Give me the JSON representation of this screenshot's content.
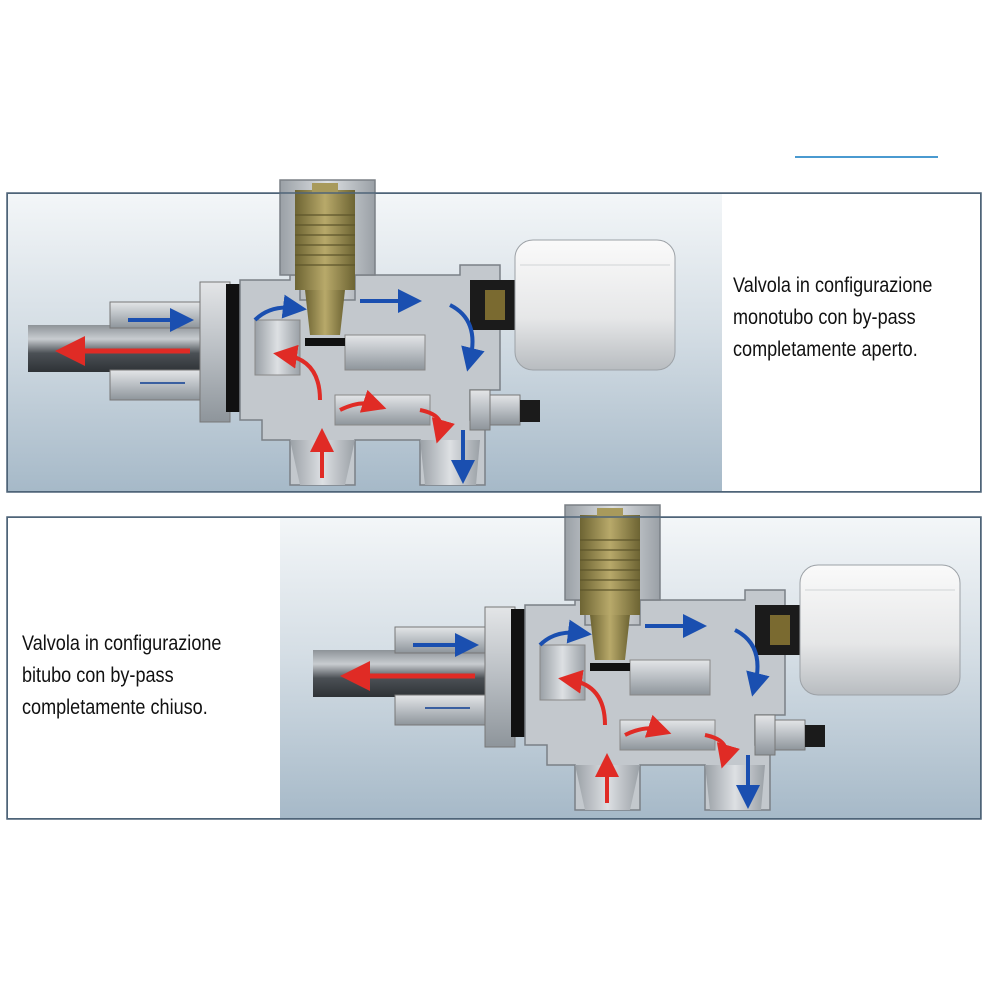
{
  "panels": [
    {
      "caption_lines": [
        "Valvola in configurazione",
        "monotubo con by-pass",
        "completamente aperto."
      ]
    },
    {
      "caption_lines": [
        "Valvola in configurazione",
        "bitubo con by-pass",
        "completamente chiuso."
      ]
    }
  ],
  "colors": {
    "flow_cold": "#1a4fb0",
    "flow_hot": "#e02b25",
    "frame": "#4f6478",
    "accent_line": "#4a9ad0"
  }
}
